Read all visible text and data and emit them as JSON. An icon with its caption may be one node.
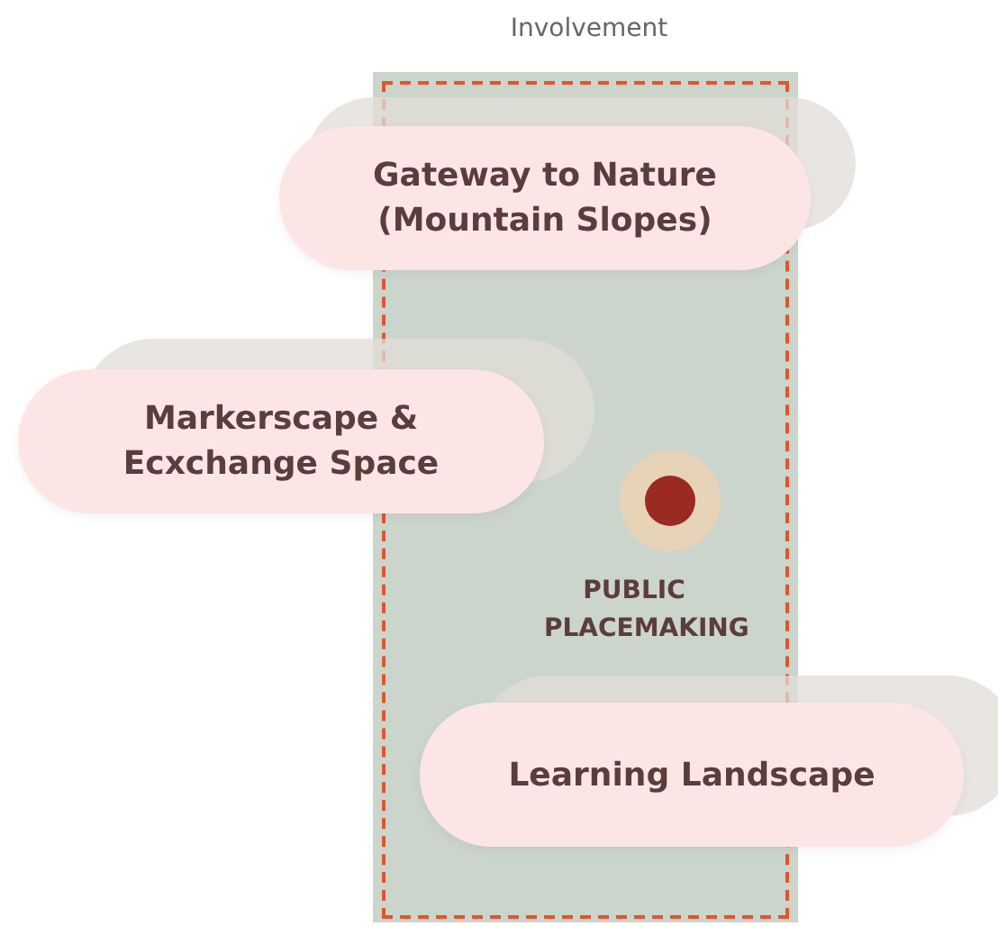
{
  "diagram": {
    "title": "Involvement",
    "nodes": [
      {
        "text": [
          "PUBLIC PLACEMAKING"
        ]
      },
      {
        "text": [
          "Gateway to Nature (Mountain Slopes)"
        ]
      },
      {
        "text": [
          "Markerscape & Ecxchange Space"
        ]
      },
      {
        "text": [
          "Learning Landscape"
        ]
      }
    ],
    "edges": []
  }
}
